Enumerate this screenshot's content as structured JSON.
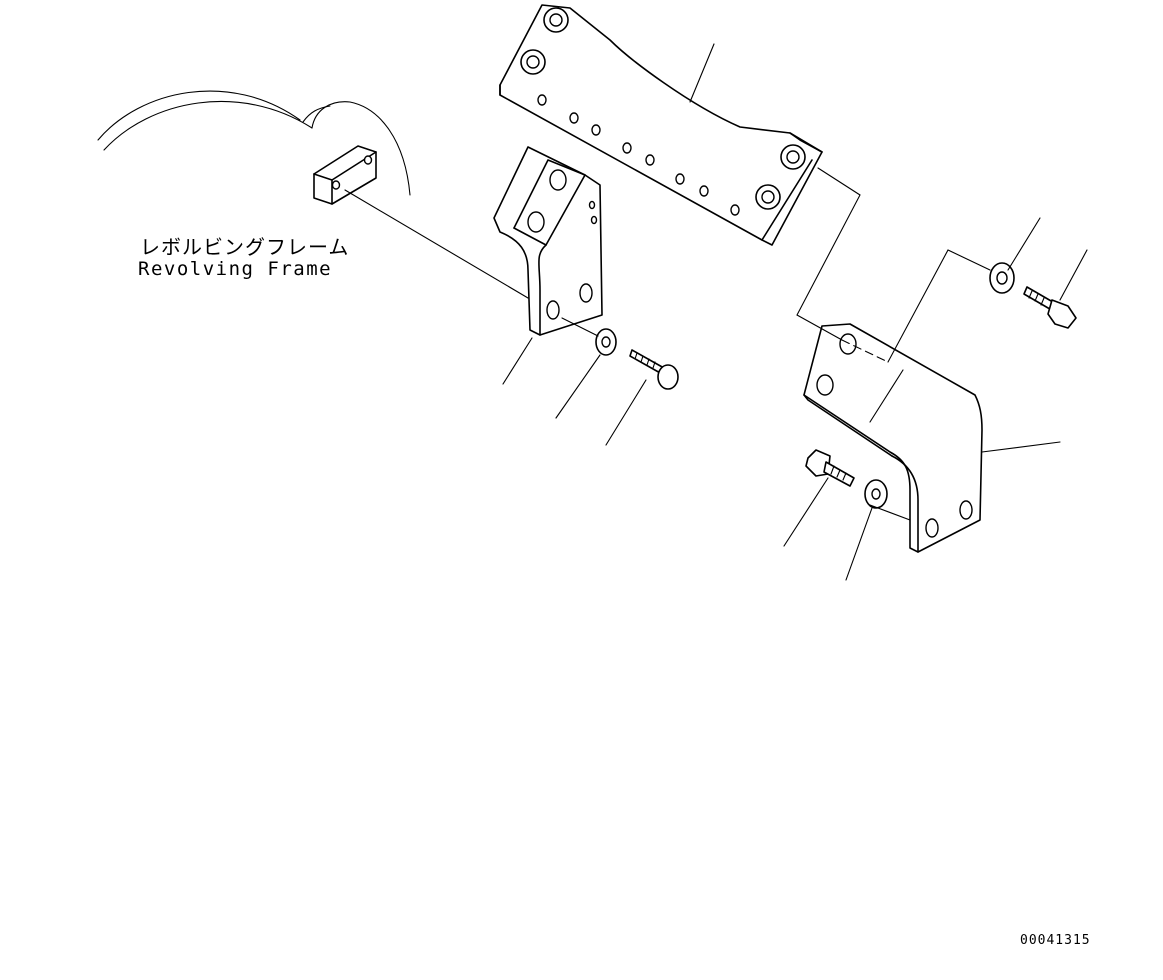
{
  "labels": {
    "revolving_frame_jp": "レボルビングフレーム",
    "revolving_frame_en": "Revolving Frame"
  },
  "figure_code": "00041315",
  "colors": {
    "line": "#000000",
    "background": "#ffffff"
  }
}
